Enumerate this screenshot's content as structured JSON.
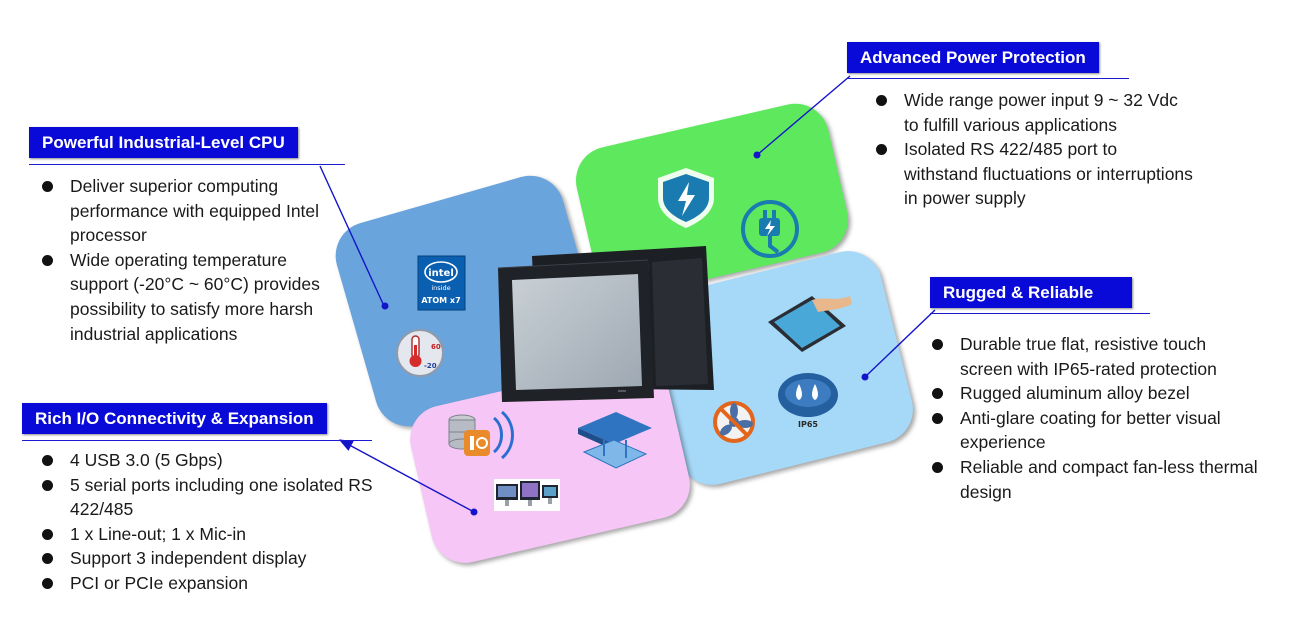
{
  "sections": {
    "cpu": {
      "title": "Powerful Industrial-Level CPU",
      "bullets": [
        "Deliver superior computing performance with equipped Intel processor",
        "Wide operating temperature support (-20°C ~ 60°C) provides possibility to satisfy more harsh industrial applications"
      ]
    },
    "power": {
      "title": "Advanced Power Protection",
      "bullets": [
        "Wide range power input 9 ~ 32 Vdc to fulfill various applications",
        "Isolated RS 422/485 port to withstand fluctuations or interruptions in power supply"
      ]
    },
    "rugged": {
      "title": "Rugged & Reliable",
      "bullets": [
        "Durable true flat, resistive touch screen with IP65-rated protection",
        "Rugged aluminum alloy bezel",
        "Anti-glare coating for better visual experience",
        "Reliable and compact fan-less thermal design"
      ]
    },
    "io": {
      "title": "Rich I/O Connectivity & Expansion",
      "bullets": [
        "4 USB 3.0 (5 Gbps)",
        "5 serial ports including one isolated RS 422/485",
        "1 x Line-out; 1 x Mic-in",
        "Support 3 independent display",
        "PCI or PCIe expansion"
      ]
    }
  },
  "badges": {
    "intel_brand": "intel",
    "intel_inside": "inside",
    "intel_model": "ATOM x7",
    "thermo_high": "60",
    "thermo_low": "-20",
    "ip_rating": "IP65"
  },
  "colors": {
    "title_bg": "#0a0ad8",
    "tile_cpu": "#6aa4dd",
    "tile_power": "#5ee85e",
    "tile_rugged": "#a6d8f7",
    "tile_io": "#f6c6f6",
    "connector": "#1414c8"
  },
  "icons": [
    "intel-atom-badge",
    "thermometer-icon",
    "shield-lightning-icon",
    "power-plug-icon",
    "touch-tablet-icon",
    "ip65-water-drop-icon",
    "no-fan-icon",
    "database-wifi-icon",
    "expansion-card-icon",
    "multi-display-icon",
    "industrial-panel-pc"
  ]
}
